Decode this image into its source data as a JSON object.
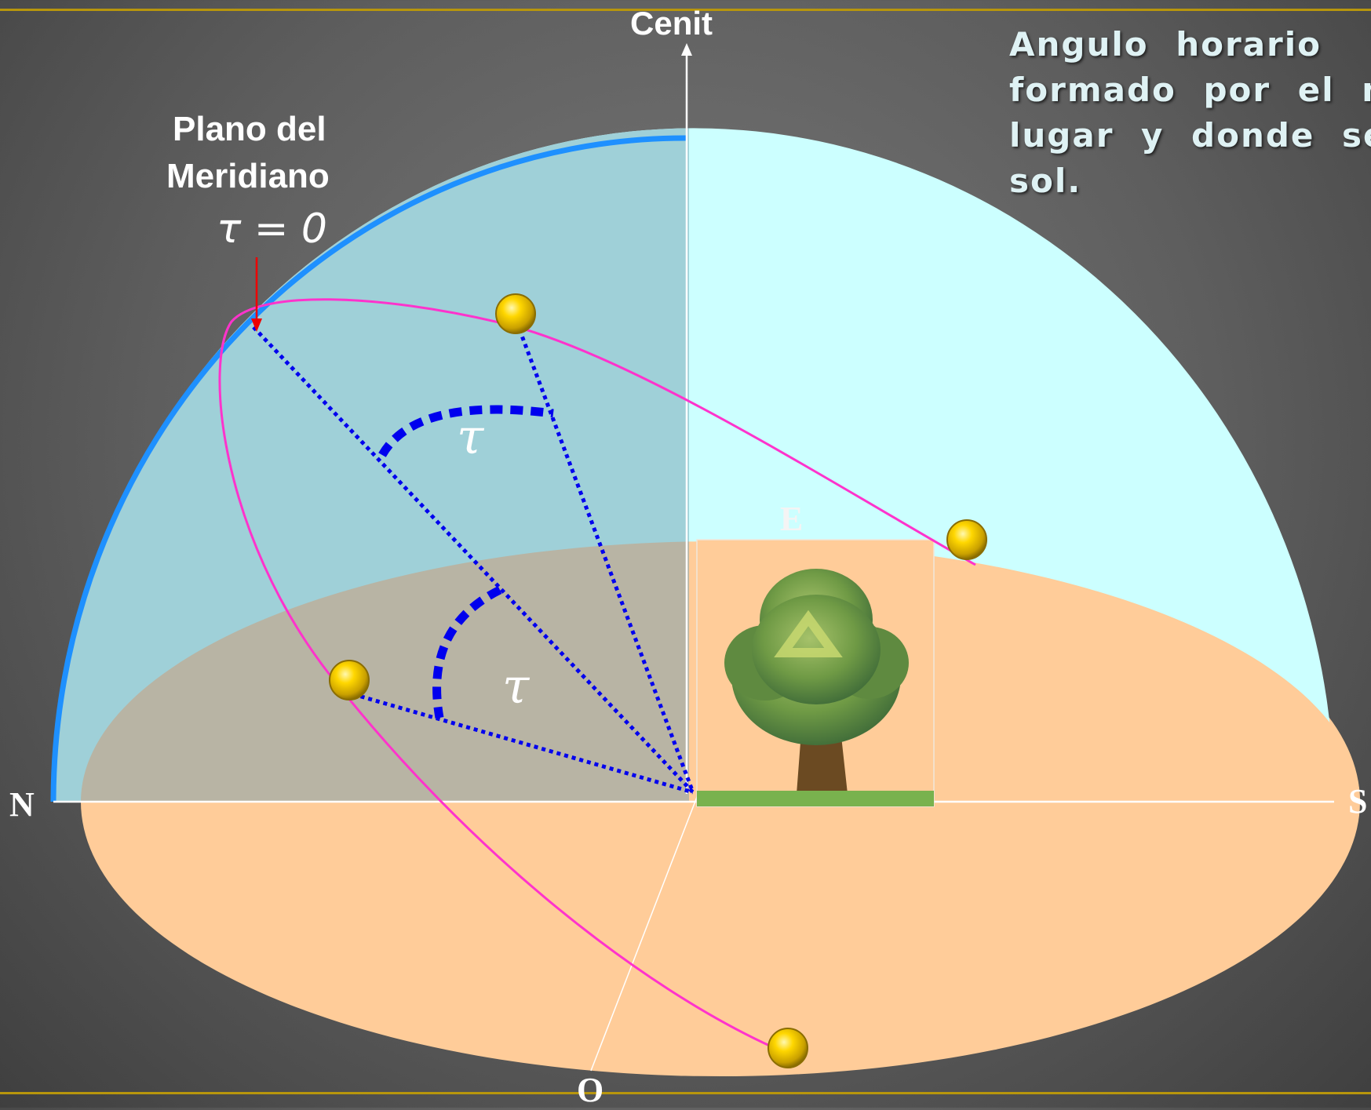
{
  "labels": {
    "zenith": "Cenit",
    "meridian_plane_line1": "Plano del",
    "meridian_plane_line2": "Meridiano",
    "tau_zero": "τ = 0",
    "tau_symbol_upper": "τ",
    "tau_symbol_lower": "τ",
    "north": "N",
    "south": "S",
    "east": "E",
    "west": "O"
  },
  "caption": {
    "line1": "Angulo horario",
    "line2": "formado por el m",
    "line3": "lugar y donde se",
    "line4": "sol."
  },
  "colors": {
    "sky_dome": "#ccffff",
    "sky_shaded": "#9fd0d8",
    "ground": "#ffcc99",
    "ground_shaded": "#b8b4a4",
    "meridian_arc": "#1e90ff",
    "sun_path": "#ff33cc",
    "hour_angle_lines": "#0000ee",
    "pointer_arrow": "#ee0000",
    "frame_rule": "#b8960c"
  },
  "icons": [
    "sun-icon",
    "tree-icon",
    "arrow-icon"
  ]
}
